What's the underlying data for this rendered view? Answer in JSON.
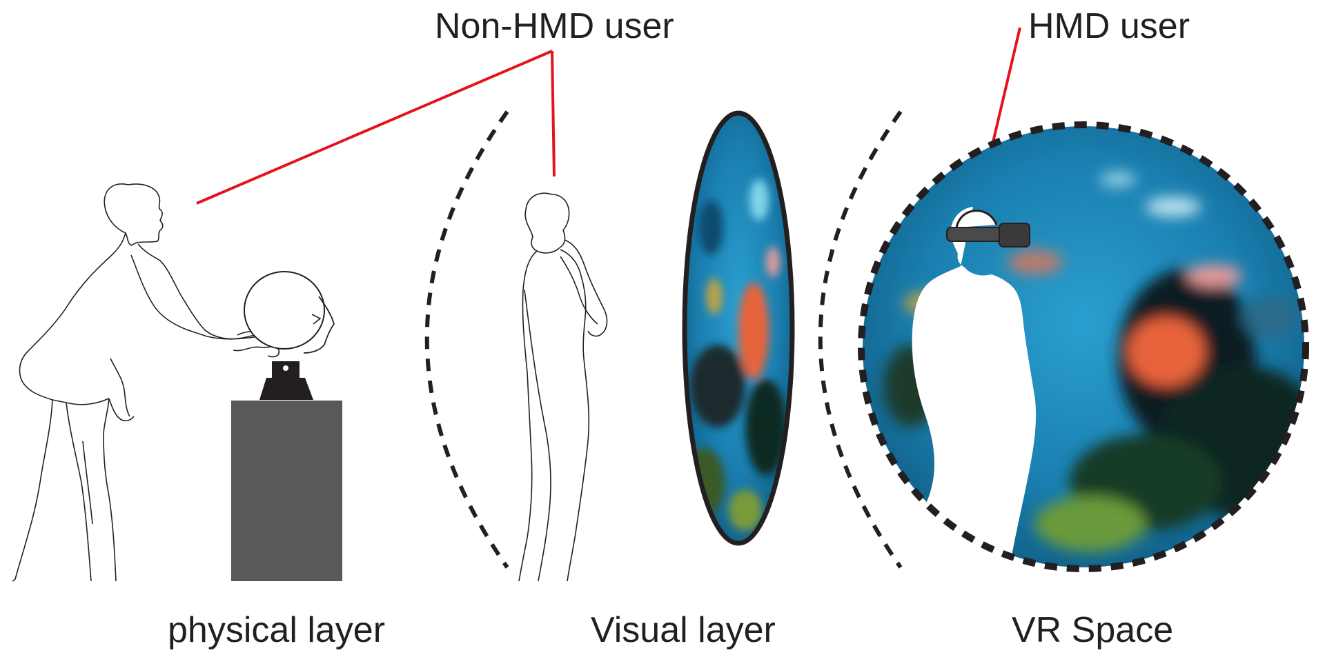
{
  "labels": {
    "non_hmd_user": "Non-HMD user",
    "hmd_user": "HMD user",
    "physical_layer": "physical layer",
    "visual_layer": "Visual layer",
    "vr_space": "VR Space"
  },
  "colors": {
    "pointer_line": "#e3141b",
    "text": "#231f20",
    "outline": "#231f20",
    "pedestal": "#595959",
    "water": "#1d8fbf",
    "coral_fish": "#e8643a"
  }
}
